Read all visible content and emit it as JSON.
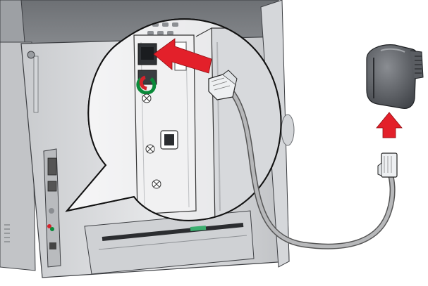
{
  "figure": {
    "description_visible_text": "",
    "colors": {
      "printer_gray": "#8f9296",
      "printer_dark": "#595c60",
      "printer_light": "#d9dbdd",
      "arrow_red": "#e3202a",
      "cable_gray": "#9a9a9a",
      "connector_clear": "#e9ecef",
      "adapter_dark": "#4a4d52",
      "lug_red": "#d6222b",
      "lug_green": "#0a8a3a"
    },
    "icons": [
      "printer-body",
      "zoom-callout-circle",
      "rj11-phone-port",
      "usb-port",
      "screw-icon",
      "red-arrow-insert",
      "red-arrow-attach",
      "rj11-connector",
      "phone-cable",
      "line-adapter"
    ]
  }
}
